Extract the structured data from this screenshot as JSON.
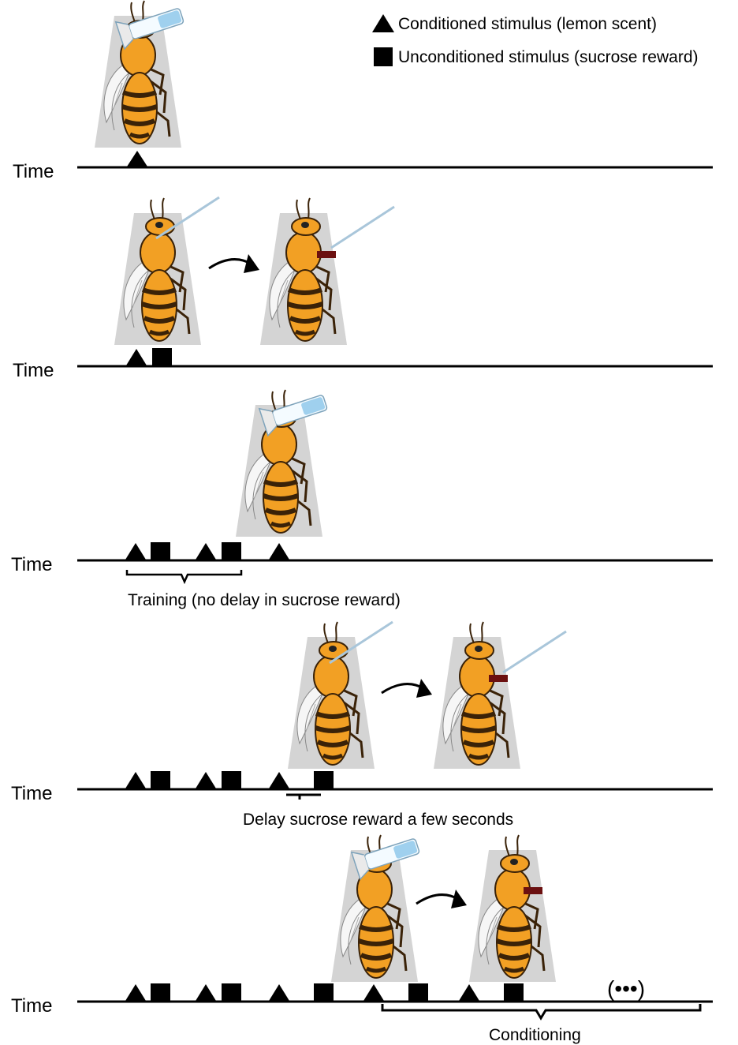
{
  "legend": {
    "cs_label": "Conditioned stimulus (lemon scent)",
    "us_label": "Unconditioned stimulus (sucrose reward)"
  },
  "time_label": "Time",
  "timelines": [
    {
      "events": [
        "triangle"
      ]
    },
    {
      "events": [
        "triangle",
        "square"
      ]
    },
    {
      "events": [
        "triangle",
        "square",
        "triangle",
        "square",
        "triangle"
      ],
      "bracket_label": "Training (no delay in sucrose reward)"
    },
    {
      "events": [
        "triangle",
        "square",
        "triangle",
        "square",
        "triangle",
        "square"
      ],
      "bracket_label": "Delay sucrose reward a few seconds"
    },
    {
      "events": [
        "triangle",
        "square",
        "triangle",
        "square",
        "triangle",
        "square",
        "triangle",
        "square",
        "triangle",
        "square"
      ],
      "continuation": "(•••)",
      "bracket_label": "Conditioning"
    }
  ],
  "colors": {
    "bee_body": "#f2a024",
    "bee_stripe": "#3a2208",
    "trapezoid": "#d4d4d4",
    "tube_liquid": "#9fd0ee",
    "proboscis": "#6b1010",
    "line": "#000000"
  }
}
